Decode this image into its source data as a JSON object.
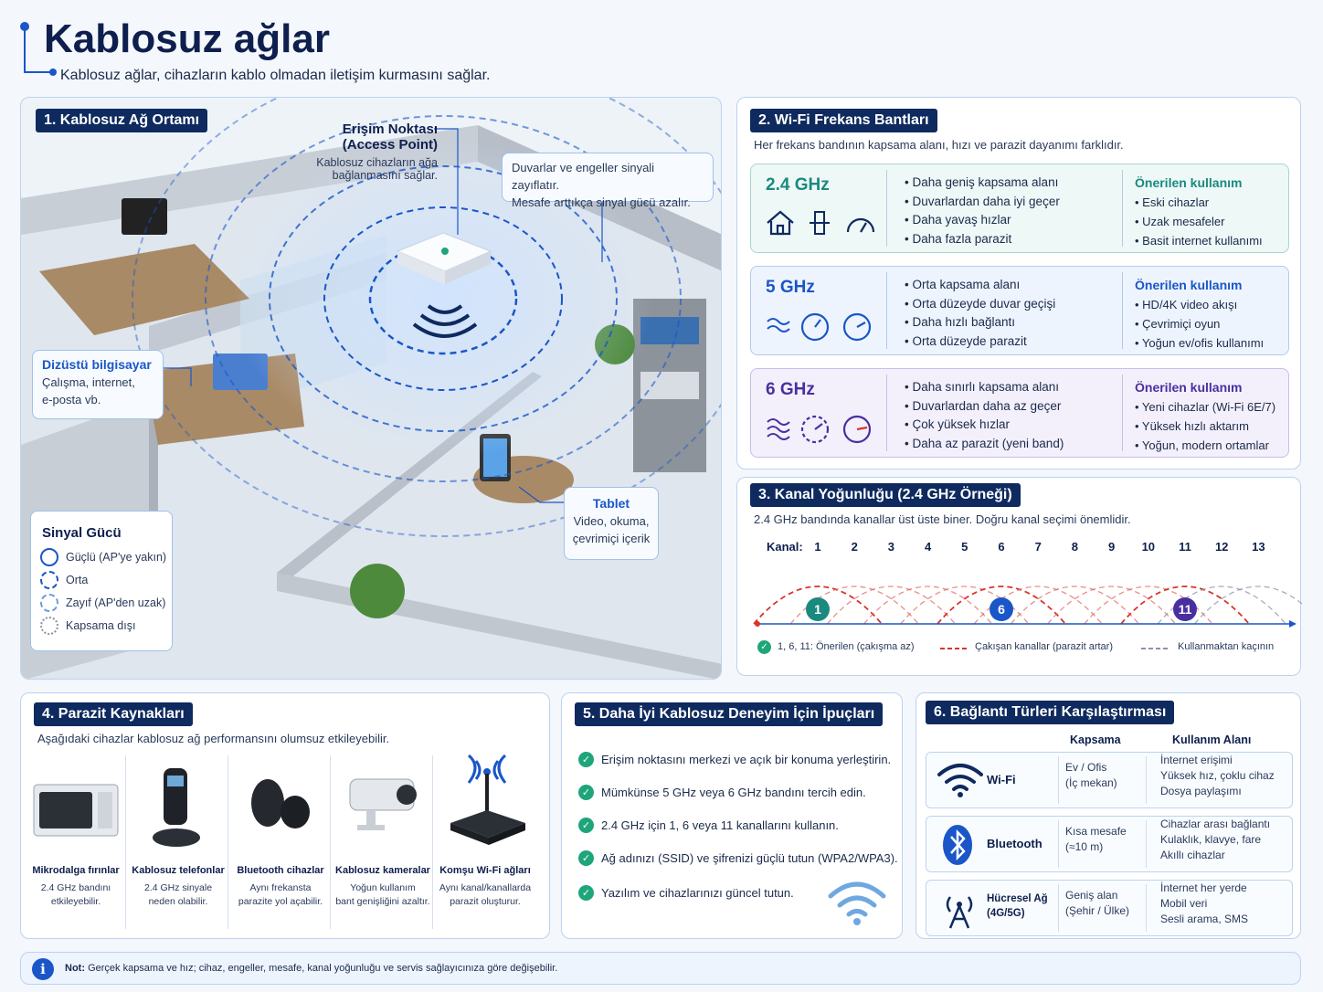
{
  "header": {
    "title": "Kablosuz ağlar",
    "subtitle": "Kablosuz ağlar, cihazların kablo olmadan iletişim kurmasını sağlar."
  },
  "p1": {
    "title": "1. Kablosuz Ağ Ortamı",
    "ap_title1": "Erişim Noktası",
    "ap_title2": "(Access Point)",
    "ap_desc1": "Kablosuz cihazların ağa",
    "ap_desc2": "bağlanmasını sağlar.",
    "walls1": "Duvarlar ve engeller sinyali zayıflatır.",
    "walls2": "Mesafe arttıkça sinyal gücü azalır.",
    "laptop_title": "Dizüstü bilgisayar",
    "laptop_d1": "Çalışma, internet,",
    "laptop_d2": "e-posta vb.",
    "tablet_title": "Tablet",
    "tablet_d1": "Video, okuma,",
    "tablet_d2": "çevrimiçi içerik",
    "signal_title": "Sinyal Gücü",
    "signal_levels": [
      "Güçlü (AP'ye yakın)",
      "Orta",
      "Zayıf (AP'den uzak)",
      "Kapsama dışı"
    ]
  },
  "p2": {
    "title": "2. Wi-Fi Frekans Bantları",
    "subtitle": "Her frekans bandının kapsama alanı, hızı ve parazit dayanımı farklıdır.",
    "rec_label": "Önerilen kullanım",
    "bands": [
      {
        "name": "2.4 GHz",
        "color": "#1a8a7e",
        "bg": "#eef8f7",
        "feat": [
          "• Daha geniş kapsama alanı",
          "• Duvarlardan daha iyi geçer",
          "• Daha yavaş hızlar",
          "• Daha fazla parazit"
        ],
        "rec": [
          "• Eski cihazlar",
          "• Uzak mesafeler",
          "• Basit internet kullanımı"
        ]
      },
      {
        "name": "5 GHz",
        "color": "#1a56c8",
        "bg": "#eef4fd",
        "feat": [
          "• Orta kapsama alanı",
          "• Orta düzeyde duvar geçişi",
          "• Daha hızlı bağlantı",
          "• Orta düzeyde parazit"
        ],
        "rec": [
          "• HD/4K video akışı",
          "• Çevrimiçi oyun",
          "• Yoğun ev/ofis kullanımı"
        ]
      },
      {
        "name": "6 GHz",
        "color": "#4a2fa0",
        "bg": "#f3f0fb",
        "feat": [
          "• Daha sınırlı kapsama alanı",
          "• Duvarlardan daha az geçer",
          "• Çok yüksek hızlar",
          "• Daha az parazit (yeni band)"
        ],
        "rec": [
          "• Yeni cihazlar (Wi-Fi 6E/7)",
          "• Yüksek hızlı aktarım",
          "• Yoğun, modern ortamlar"
        ]
      }
    ]
  },
  "p3": {
    "title": "3. Kanal Yoğunluğu (2.4 GHz Örneği)",
    "subtitle": "2.4 GHz bandında kanallar üst üste biner. Doğru kanal seçimi önemlidir.",
    "kanal_label": "Kanal:",
    "channels": [
      "1",
      "2",
      "3",
      "4",
      "5",
      "6",
      "7",
      "8",
      "9",
      "10",
      "11",
      "12",
      "13"
    ],
    "markers": [
      "1",
      "6",
      "11"
    ],
    "legend": [
      "1, 6, 11: Önerilen (çakışma az)",
      "Çakışan kanallar (parazit artar)",
      "Kullanmaktan kaçının"
    ]
  },
  "p4": {
    "title": "4. Parazit Kaynakları",
    "subtitle": "Aşağıdaki cihazlar kablosuz ağ performansını olumsuz etkileyebilir.",
    "sources": [
      {
        "name": "Mikrodalga fırınlar",
        "d1": "2.4 GHz bandını",
        "d2": "etkileyebilir."
      },
      {
        "name": "Kablosuz telefonlar",
        "d1": "2.4 GHz sinyale",
        "d2": "neden olabilir."
      },
      {
        "name": "Bluetooth cihazlar",
        "d1": "Aynı frekansta",
        "d2": "parazite yol açabilir."
      },
      {
        "name": "Kablosuz kameralar",
        "d1": "Yoğun kullanım",
        "d2": "bant genişliğini azaltır."
      },
      {
        "name": "Komşu Wi-Fi ağları",
        "d1": "Aynı kanal/kanallarda",
        "d2": "parazit oluşturur."
      }
    ]
  },
  "p5": {
    "title": "5. Daha İyi Kablosuz Deneyim İçin İpuçları",
    "tips": [
      "Erişim noktasını merkezi ve açık bir konuma yerleştirin.",
      "Mümkünse 5 GHz veya 6 GHz bandını tercih edin.",
      "2.4 GHz için 1, 6 veya 11 kanallarını kullanın.",
      "Ağ adınızı (SSID) ve şifrenizi güçlü tutun (WPA2/WPA3).",
      "Yazılım ve cihazlarınızı güncel tutun."
    ]
  },
  "p6": {
    "title": "6. Bağlantı Türleri Karşılaştırması",
    "col_coverage": "Kapsama",
    "col_usage": "Kullanım Alanı",
    "rows": [
      {
        "name1": "Wi-Fi",
        "name2": "",
        "cov": [
          "Ev / Ofis",
          "(İç mekan)"
        ],
        "use": [
          "İnternet erişimi",
          "Yüksek hız, çoklu cihaz",
          "Dosya paylaşımı"
        ]
      },
      {
        "name1": "Bluetooth",
        "name2": "",
        "cov": [
          "Kısa mesafe",
          "(≈10 m)"
        ],
        "use": [
          "Cihazlar arası bağlantı",
          "Kulaklık, klavye, fare",
          "Akıllı cihazlar"
        ]
      },
      {
        "name1": "Hücresel Ağ",
        "name2": "(4G/5G)",
        "cov": [
          "Geniş alan",
          "(Şehir / Ülke)"
        ],
        "use": [
          "İnternet her yerde",
          "Mobil veri",
          "Sesli arama, SMS"
        ]
      }
    ]
  },
  "note": {
    "label": "Not:",
    "text": "Gerçek kapsama ve hız; cihaz, engeller, mesafe, kanal yoğunluğu ve servis sağlayıcınıza göre değişebilir."
  },
  "colors": {
    "navy": "#0e2a5e",
    "blue": "#1a56c8",
    "green": "#1fa57a",
    "teal": "#1a8a7e",
    "purple": "#4a2fa0",
    "red": "#d9342b"
  }
}
